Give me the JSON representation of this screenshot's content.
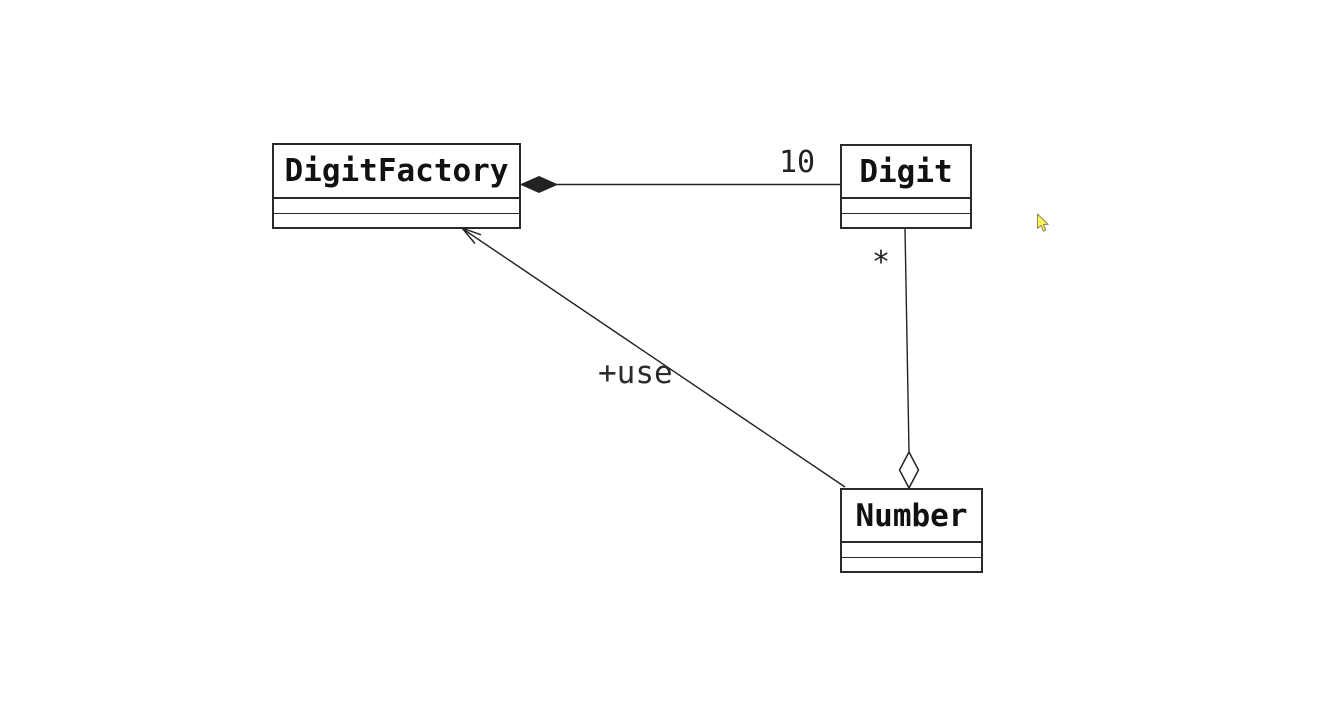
{
  "diagram": {
    "kind": "uml-class-diagram",
    "background_color": "#ffffff",
    "line_color": "#222222",
    "text_color": "#111111",
    "classes": [
      {
        "name": "DigitFactory",
        "attributes": [],
        "operations": []
      },
      {
        "name": "Digit",
        "attributes": [],
        "operations": []
      },
      {
        "name": "Number",
        "attributes": [],
        "operations": []
      }
    ],
    "relationships": [
      {
        "type": "composition",
        "from": "DigitFactory",
        "to": "Digit",
        "multiplicity": "10",
        "marker": "filled-diamond"
      },
      {
        "type": "aggregation",
        "from": "Number",
        "to": "Digit",
        "multiplicity": "*",
        "marker": "hollow-diamond"
      },
      {
        "type": "dependency",
        "from": "Number",
        "to": "DigitFactory",
        "label": "+use",
        "marker": "open-arrowhead"
      }
    ]
  },
  "cursor": {
    "type": "arrow-pointer",
    "fill": "#f9f558",
    "outline": "#8f8f5a"
  }
}
